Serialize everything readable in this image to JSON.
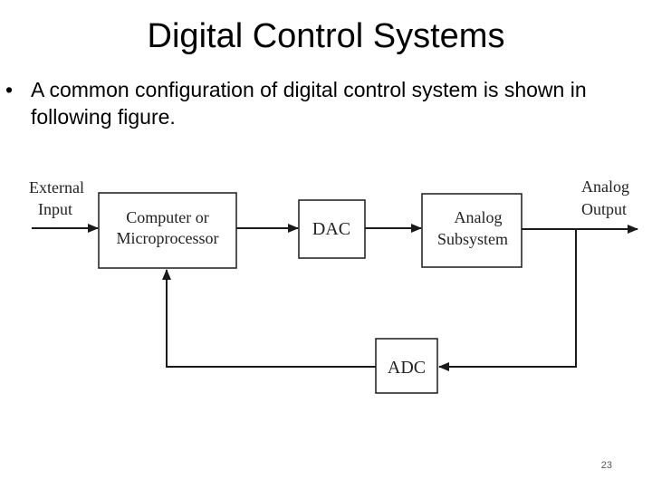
{
  "slide": {
    "title": "Digital Control Systems",
    "bullet_symbol": "•",
    "bullet_text": "A common configuration of digital control system is shown in following figure.",
    "page_number": "23"
  },
  "diagram": {
    "input_label": [
      "External",
      "Input"
    ],
    "output_label": [
      "Analog",
      "Output"
    ],
    "blocks": {
      "computer": [
        "Computer or",
        "Microprocessor"
      ],
      "dac": [
        "DAC"
      ],
      "analog": [
        "Analog",
        "Subsystem"
      ],
      "adc": [
        "ADC"
      ]
    }
  },
  "colors": {
    "stroke": "#1a1a1a",
    "text": "#222222"
  }
}
